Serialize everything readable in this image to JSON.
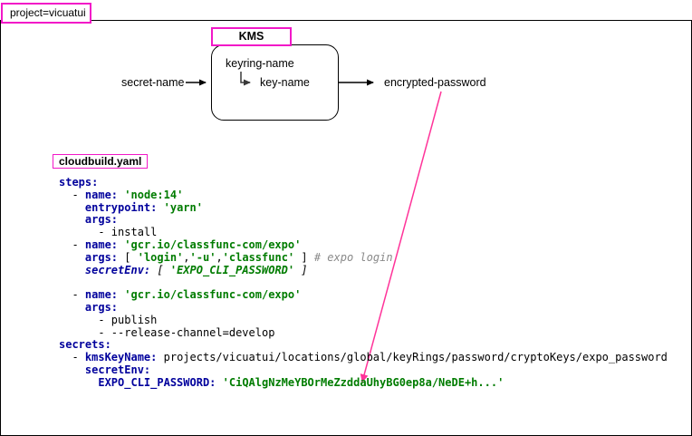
{
  "page": {
    "project_label": "project=vicuatui"
  },
  "diagram": {
    "kms_label": "KMS",
    "keyring_label": "keyring-name",
    "key_label": "key-name",
    "input_label": "secret-name",
    "output_label": "encrypted-password"
  },
  "file_label": "cloudbuild.yaml",
  "colors": {
    "box_border_magenta": "#F218C8",
    "arrow_pink": "#FF3399",
    "code_keyword_blue": "#00009C",
    "code_string_green": "#007C00",
    "code_comment_gray": "#8A8A8A",
    "diagram_black": "#000000"
  },
  "code": {
    "lines": [
      {
        "tokens": [
          {
            "t": "steps:",
            "c": "k"
          }
        ]
      },
      {
        "tokens": [
          {
            "t": "  - ",
            "c": "p"
          },
          {
            "t": "name:",
            "c": "k"
          },
          {
            "t": " ",
            "c": "p"
          },
          {
            "t": "'node:14'",
            "c": "s"
          }
        ]
      },
      {
        "tokens": [
          {
            "t": "    ",
            "c": "p"
          },
          {
            "t": "entrypoint:",
            "c": "k"
          },
          {
            "t": " ",
            "c": "p"
          },
          {
            "t": "'yarn'",
            "c": "s"
          }
        ]
      },
      {
        "tokens": [
          {
            "t": "    ",
            "c": "p"
          },
          {
            "t": "args:",
            "c": "k"
          }
        ]
      },
      {
        "tokens": [
          {
            "t": "      - install",
            "c": "p"
          }
        ]
      },
      {
        "tokens": [
          {
            "t": "  - ",
            "c": "p"
          },
          {
            "t": "name:",
            "c": "k"
          },
          {
            "t": " ",
            "c": "p"
          },
          {
            "t": "'gcr.io/classfunc-com/expo'",
            "c": "s"
          }
        ]
      },
      {
        "tokens": [
          {
            "t": "    ",
            "c": "p"
          },
          {
            "t": "args:",
            "c": "k"
          },
          {
            "t": " [ ",
            "c": "p"
          },
          {
            "t": "'login'",
            "c": "s"
          },
          {
            "t": ",",
            "c": "p"
          },
          {
            "t": "'-u'",
            "c": "s"
          },
          {
            "t": ",",
            "c": "p"
          },
          {
            "t": "'classfunc'",
            "c": "s"
          },
          {
            "t": " ] ",
            "c": "p"
          },
          {
            "t": "# expo login",
            "c": "c"
          }
        ]
      },
      {
        "italic": true,
        "tokens": [
          {
            "t": "    ",
            "c": "p"
          },
          {
            "t": "secretEnv:",
            "c": "k"
          },
          {
            "t": " [ ",
            "c": "p"
          },
          {
            "t": "'EXPO_CLI_PASSWORD'",
            "c": "s"
          },
          {
            "t": " ]",
            "c": "p"
          }
        ]
      },
      {
        "tokens": []
      },
      {
        "tokens": [
          {
            "t": "  - ",
            "c": "p"
          },
          {
            "t": "name:",
            "c": "k"
          },
          {
            "t": " ",
            "c": "p"
          },
          {
            "t": "'gcr.io/classfunc-com/expo'",
            "c": "s"
          }
        ]
      },
      {
        "tokens": [
          {
            "t": "    ",
            "c": "p"
          },
          {
            "t": "args:",
            "c": "k"
          }
        ]
      },
      {
        "tokens": [
          {
            "t": "      - publish",
            "c": "p"
          }
        ]
      },
      {
        "tokens": [
          {
            "t": "      - --release-channel=develop",
            "c": "p"
          }
        ]
      },
      {
        "tokens": [
          {
            "t": "secrets:",
            "c": "k"
          }
        ]
      },
      {
        "tokens": [
          {
            "t": "  - ",
            "c": "p"
          },
          {
            "t": "kmsKeyName:",
            "c": "k"
          },
          {
            "t": " projects/vicuatui/locations/global/keyRings/password/cryptoKeys/expo_password",
            "c": "p"
          }
        ]
      },
      {
        "tokens": [
          {
            "t": "    ",
            "c": "p"
          },
          {
            "t": "secretEnv:",
            "c": "k"
          }
        ]
      },
      {
        "tokens": [
          {
            "t": "      ",
            "c": "p"
          },
          {
            "t": "EXPO_CLI_PASSWORD:",
            "c": "k"
          },
          {
            "t": " ",
            "c": "p"
          },
          {
            "t": "'CiQAlgNzMeYBOrMeZzddaUhyBG0ep8a/NeDE+h...'",
            "c": "s"
          }
        ]
      }
    ]
  }
}
